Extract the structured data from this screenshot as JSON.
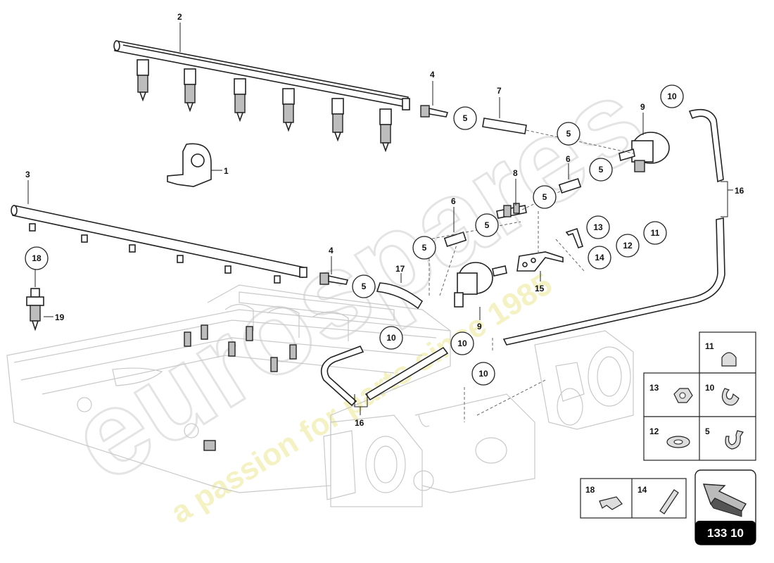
{
  "page_number": "133 10",
  "watermark": {
    "brand": "eurospares",
    "tagline": "a passion for parts since 1985"
  },
  "callouts": [
    "1",
    "2",
    "3",
    "4",
    "4",
    "6",
    "6",
    "7",
    "8",
    "9",
    "9",
    "15",
    "16",
    "16",
    "17",
    "19"
  ],
  "circled_callouts": [
    "5",
    "5",
    "5",
    "5",
    "5",
    "5",
    "5",
    "10",
    "10",
    "10",
    "10",
    "11",
    "12",
    "13",
    "14",
    "18"
  ],
  "kit_table": {
    "cells": [
      "11",
      "13",
      "10",
      "12",
      "5"
    ]
  },
  "legend_box": {
    "cells": [
      "18",
      "14"
    ]
  }
}
